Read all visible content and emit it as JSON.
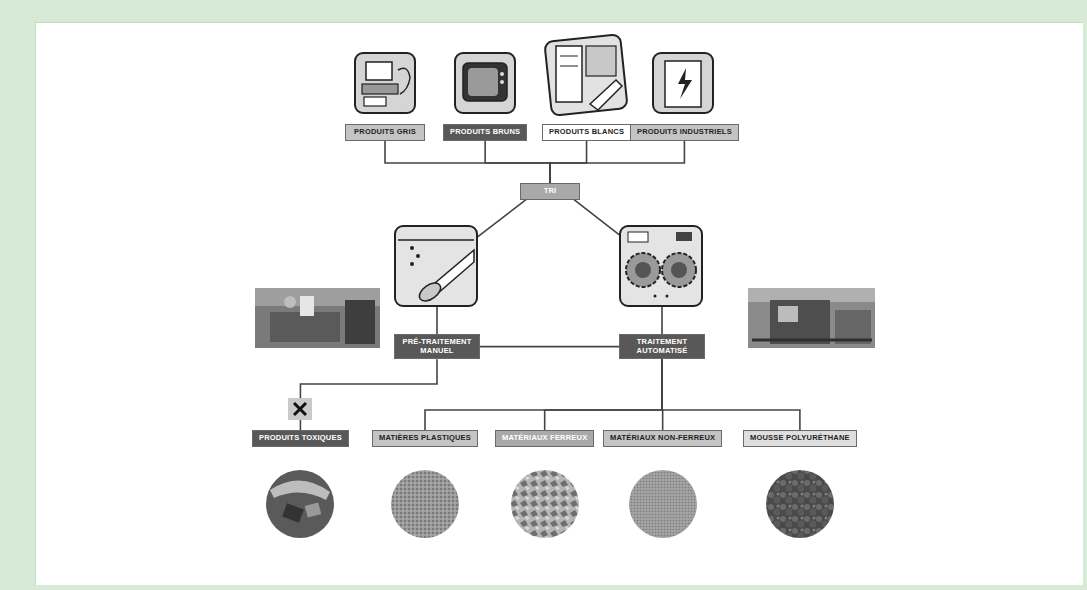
{
  "diagram": {
    "nodes": [
      {
        "text": [
          "PRODUITS GRIS"
        ]
      },
      {
        "text": [
          "PRODUITS BRUNS"
        ]
      },
      {
        "text": [
          "PRODUITS BLANCS"
        ]
      },
      {
        "text": [
          "PRODUITS INDUSTRIELS"
        ]
      },
      {
        "text": [
          "TRI"
        ]
      },
      {
        "text": [
          "PRÉ-TRAITEMENT MANUEL"
        ]
      },
      {
        "text": [
          "TRAITEMENT AUTOMATISÉ"
        ]
      },
      {
        "text": [
          "PRODUITS TOXIQUES"
        ]
      },
      {
        "text": [
          "MATIÈRES PLASTIQUES"
        ]
      },
      {
        "text": [
          "MATÉRIAUX FERREUX"
        ]
      },
      {
        "text": [
          "MATÉRIAUX NON-FERREUX"
        ]
      },
      {
        "text": [
          "MOUSSE POLYURÉTHANE"
        ]
      }
    ],
    "edges": [
      {
        "from": 0,
        "to": 4,
        "arrow": "none"
      },
      {
        "from": 1,
        "to": 4,
        "arrow": "none"
      },
      {
        "from": 2,
        "to": 4,
        "arrow": "none"
      },
      {
        "from": 3,
        "to": 4,
        "arrow": "none"
      },
      {
        "from": 4,
        "to": 5,
        "arrow": "none"
      },
      {
        "from": 4,
        "to": 6,
        "arrow": "none"
      },
      {
        "from": 5,
        "to": 6,
        "arrow": "none"
      },
      {
        "from": 5,
        "to": 7,
        "arrow": "none"
      },
      {
        "from": 6,
        "to": 8,
        "arrow": "none"
      },
      {
        "from": 6,
        "to": 9,
        "arrow": "none"
      },
      {
        "from": 6,
        "to": 10,
        "arrow": "none"
      },
      {
        "from": 6,
        "to": 11,
        "arrow": "none"
      }
    ]
  }
}
